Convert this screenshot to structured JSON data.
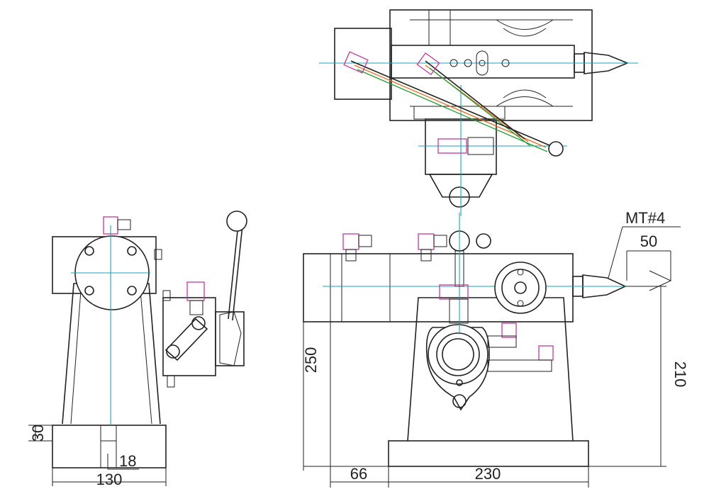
{
  "dimensions": {
    "left_height": "30",
    "left_slot": "18",
    "left_width": "130",
    "front_height": "250",
    "front_offset": "66",
    "front_width": "230",
    "center_height": "210",
    "taper_len": "50",
    "taper_label": "MT#4"
  },
  "colors": {
    "outline": "#222222",
    "centerline": "#1aa6b7",
    "fitting": "#c0399f",
    "hose": "#e07020"
  }
}
